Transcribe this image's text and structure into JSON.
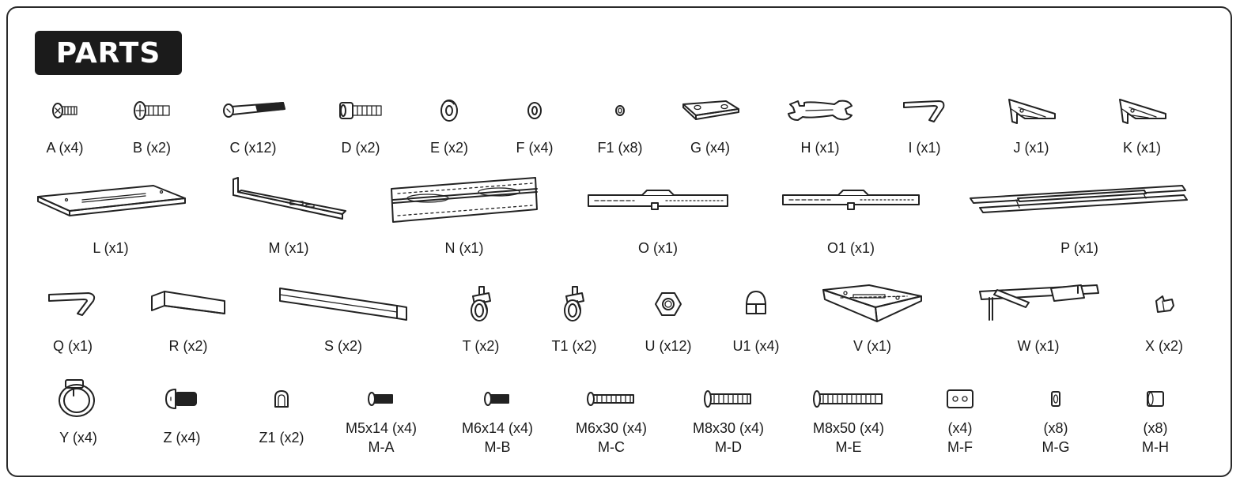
{
  "title": "PARTS",
  "parts": {
    "A": {
      "label": "A (x4)",
      "icon": "small-screw-icon"
    },
    "B": {
      "label": "B (x2)",
      "icon": "phillips-screw-icon"
    },
    "C": {
      "label": "C (x12)",
      "icon": "long-bolt-icon"
    },
    "D": {
      "label": "D (x2)",
      "icon": "socket-cap-bolt-icon"
    },
    "E": {
      "label": "E (x2)",
      "icon": "large-washer-icon"
    },
    "F": {
      "label": "F (x4)",
      "icon": "washer-icon"
    },
    "F1": {
      "label": "F1 (x8)",
      "icon": "small-washer-icon"
    },
    "G": {
      "label": "G (x4)",
      "icon": "flat-plate-icon"
    },
    "H": {
      "label": "H (x1)",
      "icon": "wrench-icon"
    },
    "I": {
      "label": "I (x1)",
      "icon": "allen-key-icon"
    },
    "J": {
      "label": "J (x1)",
      "icon": "bracket-icon"
    },
    "K": {
      "label": "K (x1)",
      "icon": "bracket-icon"
    },
    "L": {
      "label": "L (x1)",
      "icon": "base-plate-icon"
    },
    "M": {
      "label": "M (x1)",
      "icon": "angle-bracket-icon"
    },
    "N": {
      "label": "N (x1)",
      "icon": "wall-plate-icon"
    },
    "O": {
      "label": "O (x1)",
      "icon": "mounting-rail-icon"
    },
    "O1": {
      "label": "O1 (x1)",
      "icon": "mounting-rail-icon"
    },
    "P": {
      "label": "P (x1)",
      "icon": "tube-frame-icon"
    },
    "Q": {
      "label": "Q (x1)",
      "icon": "allen-key-icon"
    },
    "R": {
      "label": "R (x2)",
      "icon": "short-bar-icon"
    },
    "S": {
      "label": "S (x2)",
      "icon": "long-bar-icon"
    },
    "T": {
      "label": "T (x2)",
      "icon": "caster-wheel-icon"
    },
    "T1": {
      "label": "T1 (x2)",
      "icon": "caster-wheel-icon"
    },
    "U": {
      "label": "U (x12)",
      "icon": "hex-nut-icon"
    },
    "U1": {
      "label": "U1 (x4)",
      "icon": "cap-nut-icon"
    },
    "V": {
      "label": "V (x1)",
      "icon": "shelf-plate-icon"
    },
    "W": {
      "label": "W (x1)",
      "icon": "cross-bar-icon"
    },
    "X": {
      "label": "X (x2)",
      "icon": "clip-icon"
    },
    "Y": {
      "label": "Y (x4)",
      "icon": "cable-tie-icon"
    },
    "Z": {
      "label": "Z (x4)",
      "icon": "round-head-screw-icon"
    },
    "Z1": {
      "label": "Z1 (x2)",
      "icon": "cap-icon"
    },
    "MA": {
      "label": "M5x14 (x4)",
      "code": "M-A",
      "icon": "screw-icon"
    },
    "MB": {
      "label": "M6x14 (x4)",
      "code": "M-B",
      "icon": "screw-icon"
    },
    "MC": {
      "label": "M6x30 (x4)",
      "code": "M-C",
      "icon": "screw-icon"
    },
    "MD": {
      "label": "M8x30 (x4)",
      "code": "M-D",
      "icon": "screw-icon"
    },
    "ME": {
      "label": "M8x50 (x4)",
      "code": "M-E",
      "icon": "screw-icon"
    },
    "MF": {
      "label": "(x4)",
      "code": "M-F",
      "icon": "spacer-plate-icon"
    },
    "MG": {
      "label": "(x8)",
      "code": "M-G",
      "icon": "spacer-icon"
    },
    "MH": {
      "label": "(x8)",
      "code": "M-H",
      "icon": "spacer-icon"
    }
  }
}
